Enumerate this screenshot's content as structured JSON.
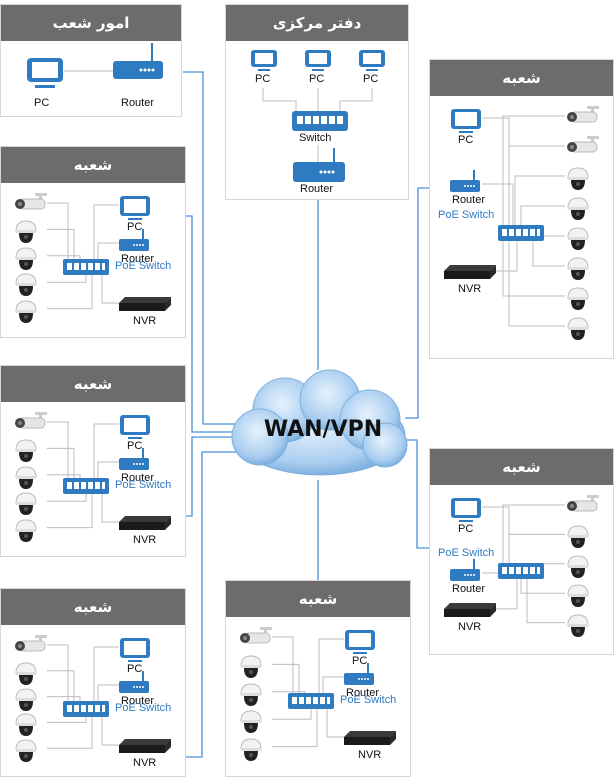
{
  "diagram": {
    "title": "Branch network topology via WAN/VPN",
    "colors": {
      "accent": "#2e7bc2",
      "panel_header": "#6d6c6a",
      "wire_gray": "#bdbdbd",
      "wan_link": "#4a90d9",
      "cloud": "#a9cdf0"
    },
    "cloud": {
      "label": "WAN/VPN"
    },
    "panels": {
      "branch_affairs": {
        "title": "امور شعب",
        "pc": "PC",
        "router": "Router"
      },
      "head_office": {
        "title": "دفتر مرکزی",
        "pcs": [
          "PC",
          "PC",
          "PC"
        ],
        "switch": "Switch",
        "router": "Router"
      },
      "branch_right_top": {
        "title": "شعبه",
        "pc": "PC",
        "router": "Router",
        "switch": "PoE Switch",
        "nvr": "NVR",
        "bullet_cameras": 2,
        "dome_cameras": 6
      },
      "branch_left_1": {
        "title": "شعبه",
        "pc": "PC",
        "router": "Router",
        "switch": "PoE Switch",
        "nvr": "NVR",
        "bullet_cameras": 1,
        "dome_cameras": 4
      },
      "branch_left_2": {
        "title": "شعبه",
        "pc": "PC",
        "router": "Router",
        "switch": "PoE Switch",
        "nvr": "NVR",
        "bullet_cameras": 1,
        "dome_cameras": 4
      },
      "branch_right_bottom": {
        "title": "شعبه",
        "pc": "PC",
        "router": "Router",
        "switch": "PoE Switch",
        "nvr": "NVR",
        "bullet_cameras": 1,
        "dome_cameras": 4
      },
      "branch_left_3": {
        "title": "شعبه",
        "pc": "PC",
        "router": "Router",
        "switch": "PoE Switch",
        "nvr": "NVR",
        "bullet_cameras": 1,
        "dome_cameras": 4
      },
      "branch_bottom_center": {
        "title": "شعبه",
        "pc": "PC",
        "router": "Router",
        "switch": "PoE Switch",
        "nvr": "NVR",
        "bullet_cameras": 1,
        "dome_cameras": 4
      }
    }
  }
}
